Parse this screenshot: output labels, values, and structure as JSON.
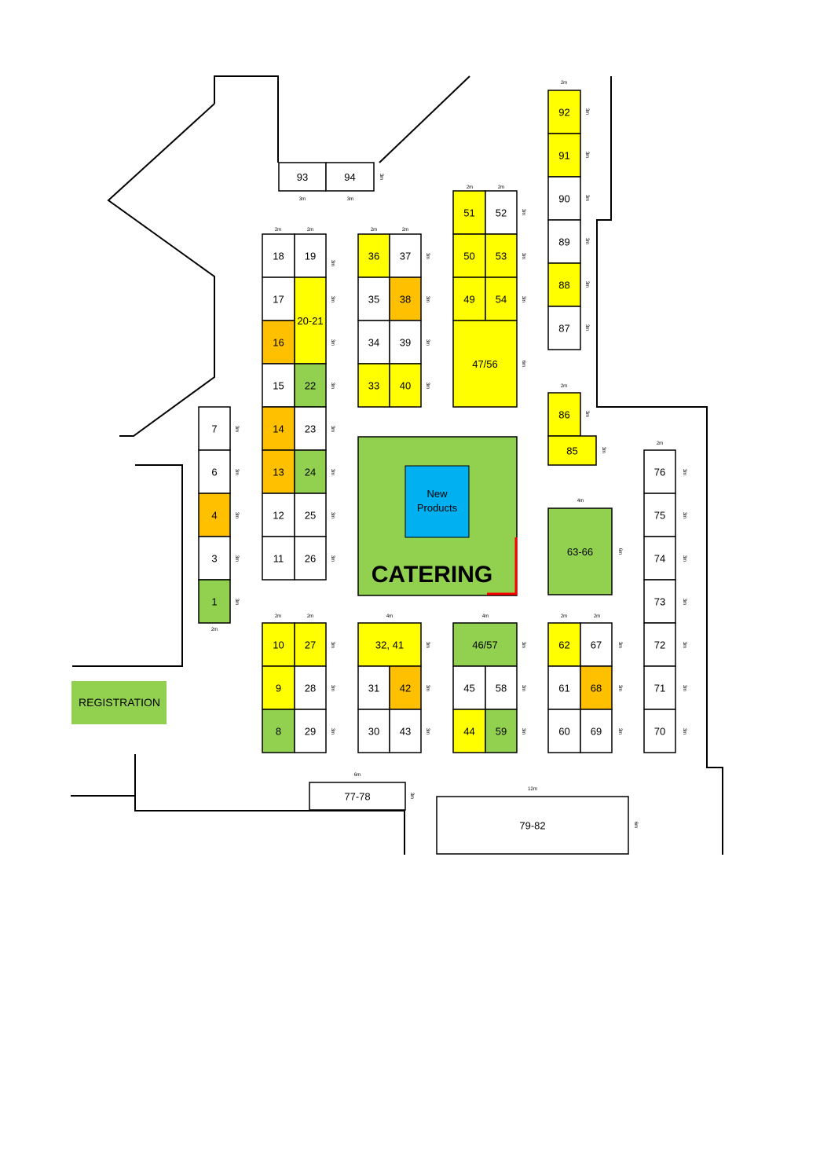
{
  "colors": {
    "white": "#ffffff",
    "yellow": "#ffff00",
    "orange": "#ffc000",
    "green": "#92d050",
    "blue": "#00b0f0",
    "red": "#ff0000",
    "wall": "#000000"
  },
  "booths": [
    {
      "label": "93",
      "color": "white"
    },
    {
      "label": "94",
      "color": "white"
    },
    {
      "label": "92",
      "color": "yellow"
    },
    {
      "label": "91",
      "color": "yellow"
    },
    {
      "label": "90",
      "color": "white"
    },
    {
      "label": "89",
      "color": "white"
    },
    {
      "label": "88",
      "color": "yellow"
    },
    {
      "label": "87",
      "color": "white"
    },
    {
      "label": "51",
      "color": "yellow"
    },
    {
      "label": "52",
      "color": "white"
    },
    {
      "label": "50",
      "color": "yellow"
    },
    {
      "label": "53",
      "color": "yellow"
    },
    {
      "label": "49",
      "color": "yellow"
    },
    {
      "label": "54",
      "color": "yellow"
    },
    {
      "label": "47/56",
      "color": "yellow"
    },
    {
      "label": "18",
      "color": "white"
    },
    {
      "label": "19",
      "color": "white"
    },
    {
      "label": "17",
      "color": "white"
    },
    {
      "label": "20-21",
      "color": "yellow"
    },
    {
      "label": "16",
      "color": "orange"
    },
    {
      "label": "15",
      "color": "white"
    },
    {
      "label": "22",
      "color": "green"
    },
    {
      "label": "14",
      "color": "orange"
    },
    {
      "label": "23",
      "color": "white"
    },
    {
      "label": "13",
      "color": "orange"
    },
    {
      "label": "24",
      "color": "green"
    },
    {
      "label": "12",
      "color": "white"
    },
    {
      "label": "25",
      "color": "white"
    },
    {
      "label": "11",
      "color": "white"
    },
    {
      "label": "26",
      "color": "white"
    },
    {
      "label": "36",
      "color": "yellow"
    },
    {
      "label": "37",
      "color": "white"
    },
    {
      "label": "35",
      "color": "white"
    },
    {
      "label": "38",
      "color": "orange"
    },
    {
      "label": "34",
      "color": "white"
    },
    {
      "label": "39",
      "color": "white"
    },
    {
      "label": "33",
      "color": "yellow"
    },
    {
      "label": "40",
      "color": "yellow"
    },
    {
      "label": "7",
      "color": "white"
    },
    {
      "label": "6",
      "color": "white"
    },
    {
      "label": "4",
      "color": "orange"
    },
    {
      "label": "3",
      "color": "white"
    },
    {
      "label": "1",
      "color": "green"
    },
    {
      "label": "86",
      "color": "yellow"
    },
    {
      "label": "85",
      "color": "yellow"
    },
    {
      "label": "63-66",
      "color": "green"
    },
    {
      "label": "76",
      "color": "white"
    },
    {
      "label": "75",
      "color": "white"
    },
    {
      "label": "74",
      "color": "white"
    },
    {
      "label": "73",
      "color": "white"
    },
    {
      "label": "72",
      "color": "white"
    },
    {
      "label": "71",
      "color": "white"
    },
    {
      "label": "70",
      "color": "white"
    },
    {
      "label": "10",
      "color": "yellow"
    },
    {
      "label": "27",
      "color": "yellow"
    },
    {
      "label": "9",
      "color": "yellow"
    },
    {
      "label": "28",
      "color": "white"
    },
    {
      "label": "8",
      "color": "green"
    },
    {
      "label": "29",
      "color": "white"
    },
    {
      "label": "32, 41",
      "color": "yellow"
    },
    {
      "label": "31",
      "color": "white"
    },
    {
      "label": "42",
      "color": "orange"
    },
    {
      "label": "30",
      "color": "white"
    },
    {
      "label": "43",
      "color": "white"
    },
    {
      "label": "46/57",
      "color": "green"
    },
    {
      "label": "45",
      "color": "white"
    },
    {
      "label": "58",
      "color": "white"
    },
    {
      "label": "44",
      "color": "yellow"
    },
    {
      "label": "59",
      "color": "green"
    },
    {
      "label": "62",
      "color": "yellow"
    },
    {
      "label": "67",
      "color": "white"
    },
    {
      "label": "61",
      "color": "white"
    },
    {
      "label": "68",
      "color": "orange"
    },
    {
      "label": "60",
      "color": "white"
    },
    {
      "label": "69",
      "color": "white"
    },
    {
      "label": "77-78",
      "color": "white"
    },
    {
      "label": "79-82",
      "color": "white"
    }
  ],
  "catering": {
    "label": "CATERING",
    "color": "green"
  },
  "new_products": {
    "line1": "New",
    "line2": "Products",
    "color": "blue"
  },
  "registration": {
    "label": "REGISTRATION",
    "color": "green"
  },
  "dimension_labels": {
    "d2": "2m",
    "d3": "3m",
    "d4": "4m",
    "d6": "6m",
    "d12": "12m"
  }
}
